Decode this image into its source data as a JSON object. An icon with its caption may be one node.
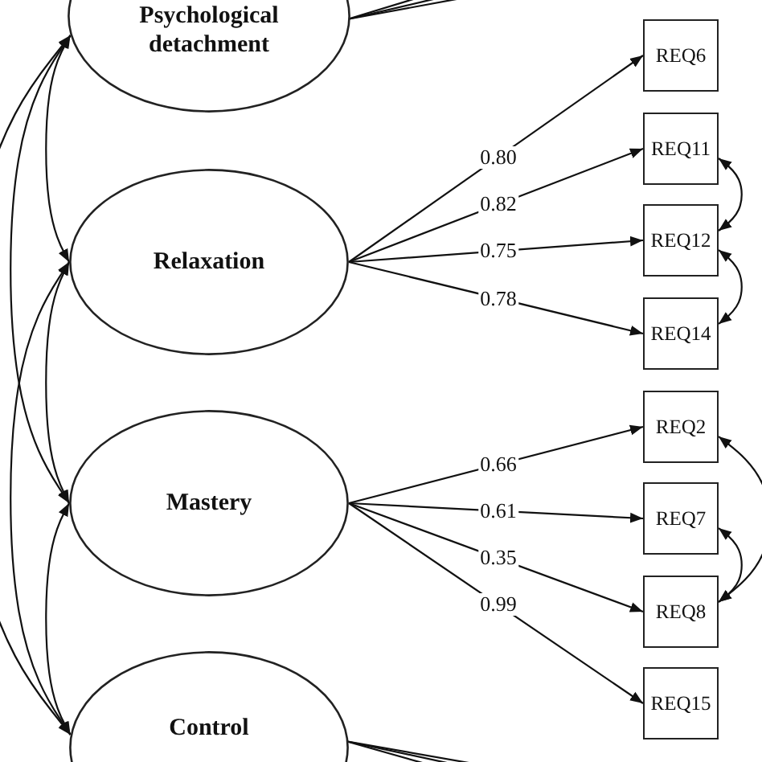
{
  "diagram": {
    "nodes": [
      {
        "text": [
          "Psychological detachment"
        ]
      },
      {
        "text": [
          "Relaxation"
        ]
      },
      {
        "text": [
          "Mastery"
        ]
      },
      {
        "text": [
          "Control"
        ]
      },
      {
        "text": [
          "REQ6"
        ]
      },
      {
        "text": [
          "REQ11"
        ]
      },
      {
        "text": [
          "REQ12"
        ]
      },
      {
        "text": [
          "REQ14"
        ]
      },
      {
        "text": [
          "REQ2"
        ]
      },
      {
        "text": [
          "REQ7"
        ]
      },
      {
        "text": [
          "REQ8"
        ]
      },
      {
        "text": [
          "REQ15"
        ]
      }
    ],
    "edges": [
      {
        "from": 1,
        "to": 4,
        "arrow": "to",
        "label": "0.80"
      },
      {
        "from": 1,
        "to": 5,
        "arrow": "to",
        "label": "0.82"
      },
      {
        "from": 1,
        "to": 6,
        "arrow": "to",
        "label": "0.75"
      },
      {
        "from": 1,
        "to": 7,
        "arrow": "to",
        "label": "0.78"
      },
      {
        "from": 2,
        "to": 8,
        "arrow": "to",
        "label": "0.66"
      },
      {
        "from": 2,
        "to": 9,
        "arrow": "to",
        "label": "0.61"
      },
      {
        "from": 2,
        "to": 10,
        "arrow": "to",
        "label": "0.35"
      },
      {
        "from": 2,
        "to": 11,
        "arrow": "to",
        "label": "0.99"
      },
      {
        "from": 0,
        "to": 1,
        "arrow": "both"
      },
      {
        "from": 0,
        "to": 2,
        "arrow": "both"
      },
      {
        "from": 0,
        "to": 3,
        "arrow": "both"
      },
      {
        "from": 1,
        "to": 2,
        "arrow": "both"
      },
      {
        "from": 1,
        "to": 3,
        "arrow": "both"
      },
      {
        "from": 2,
        "to": 3,
        "arrow": "both"
      },
      {
        "from": 5,
        "to": 6,
        "arrow": "both"
      },
      {
        "from": 6,
        "to": 7,
        "arrow": "both"
      },
      {
        "from": 8,
        "to": 10,
        "arrow": "both"
      },
      {
        "from": 9,
        "to": 10,
        "arrow": "both"
      },
      {
        "from": 0,
        "to": null,
        "arrow": "none"
      },
      {
        "from": 0,
        "to": null,
        "arrow": "none"
      },
      {
        "from": 0,
        "to": null,
        "arrow": "none"
      },
      {
        "from": 3,
        "to": null,
        "arrow": "none"
      },
      {
        "from": 3,
        "to": null,
        "arrow": "none"
      },
      {
        "from": 3,
        "to": null,
        "arrow": "none"
      }
    ]
  }
}
